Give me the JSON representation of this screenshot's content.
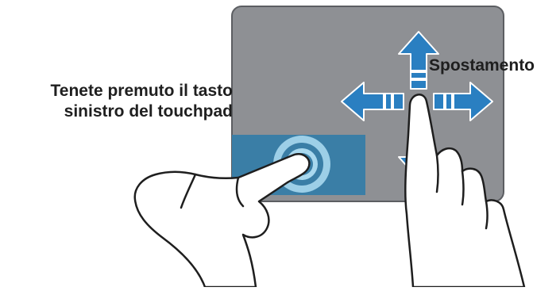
{
  "labels": {
    "hold_line1": "Tenete premuto il tasto",
    "hold_line2": "sinistro del touchpad",
    "move": "Spostamento"
  },
  "colors": {
    "touchpad": "#8e9094",
    "touchpad_border": "#5c5e62",
    "left_button_zone": "#3a7ea6",
    "press_ring": "#a9d8ee",
    "arrow": "#2a7fc1",
    "hand_stroke": "#1e1e1e",
    "hand_fill": "#ffffff"
  },
  "icons": {
    "press_indicator": "press-ring-icon",
    "move_arrows": "four-way-arrow-icon"
  }
}
